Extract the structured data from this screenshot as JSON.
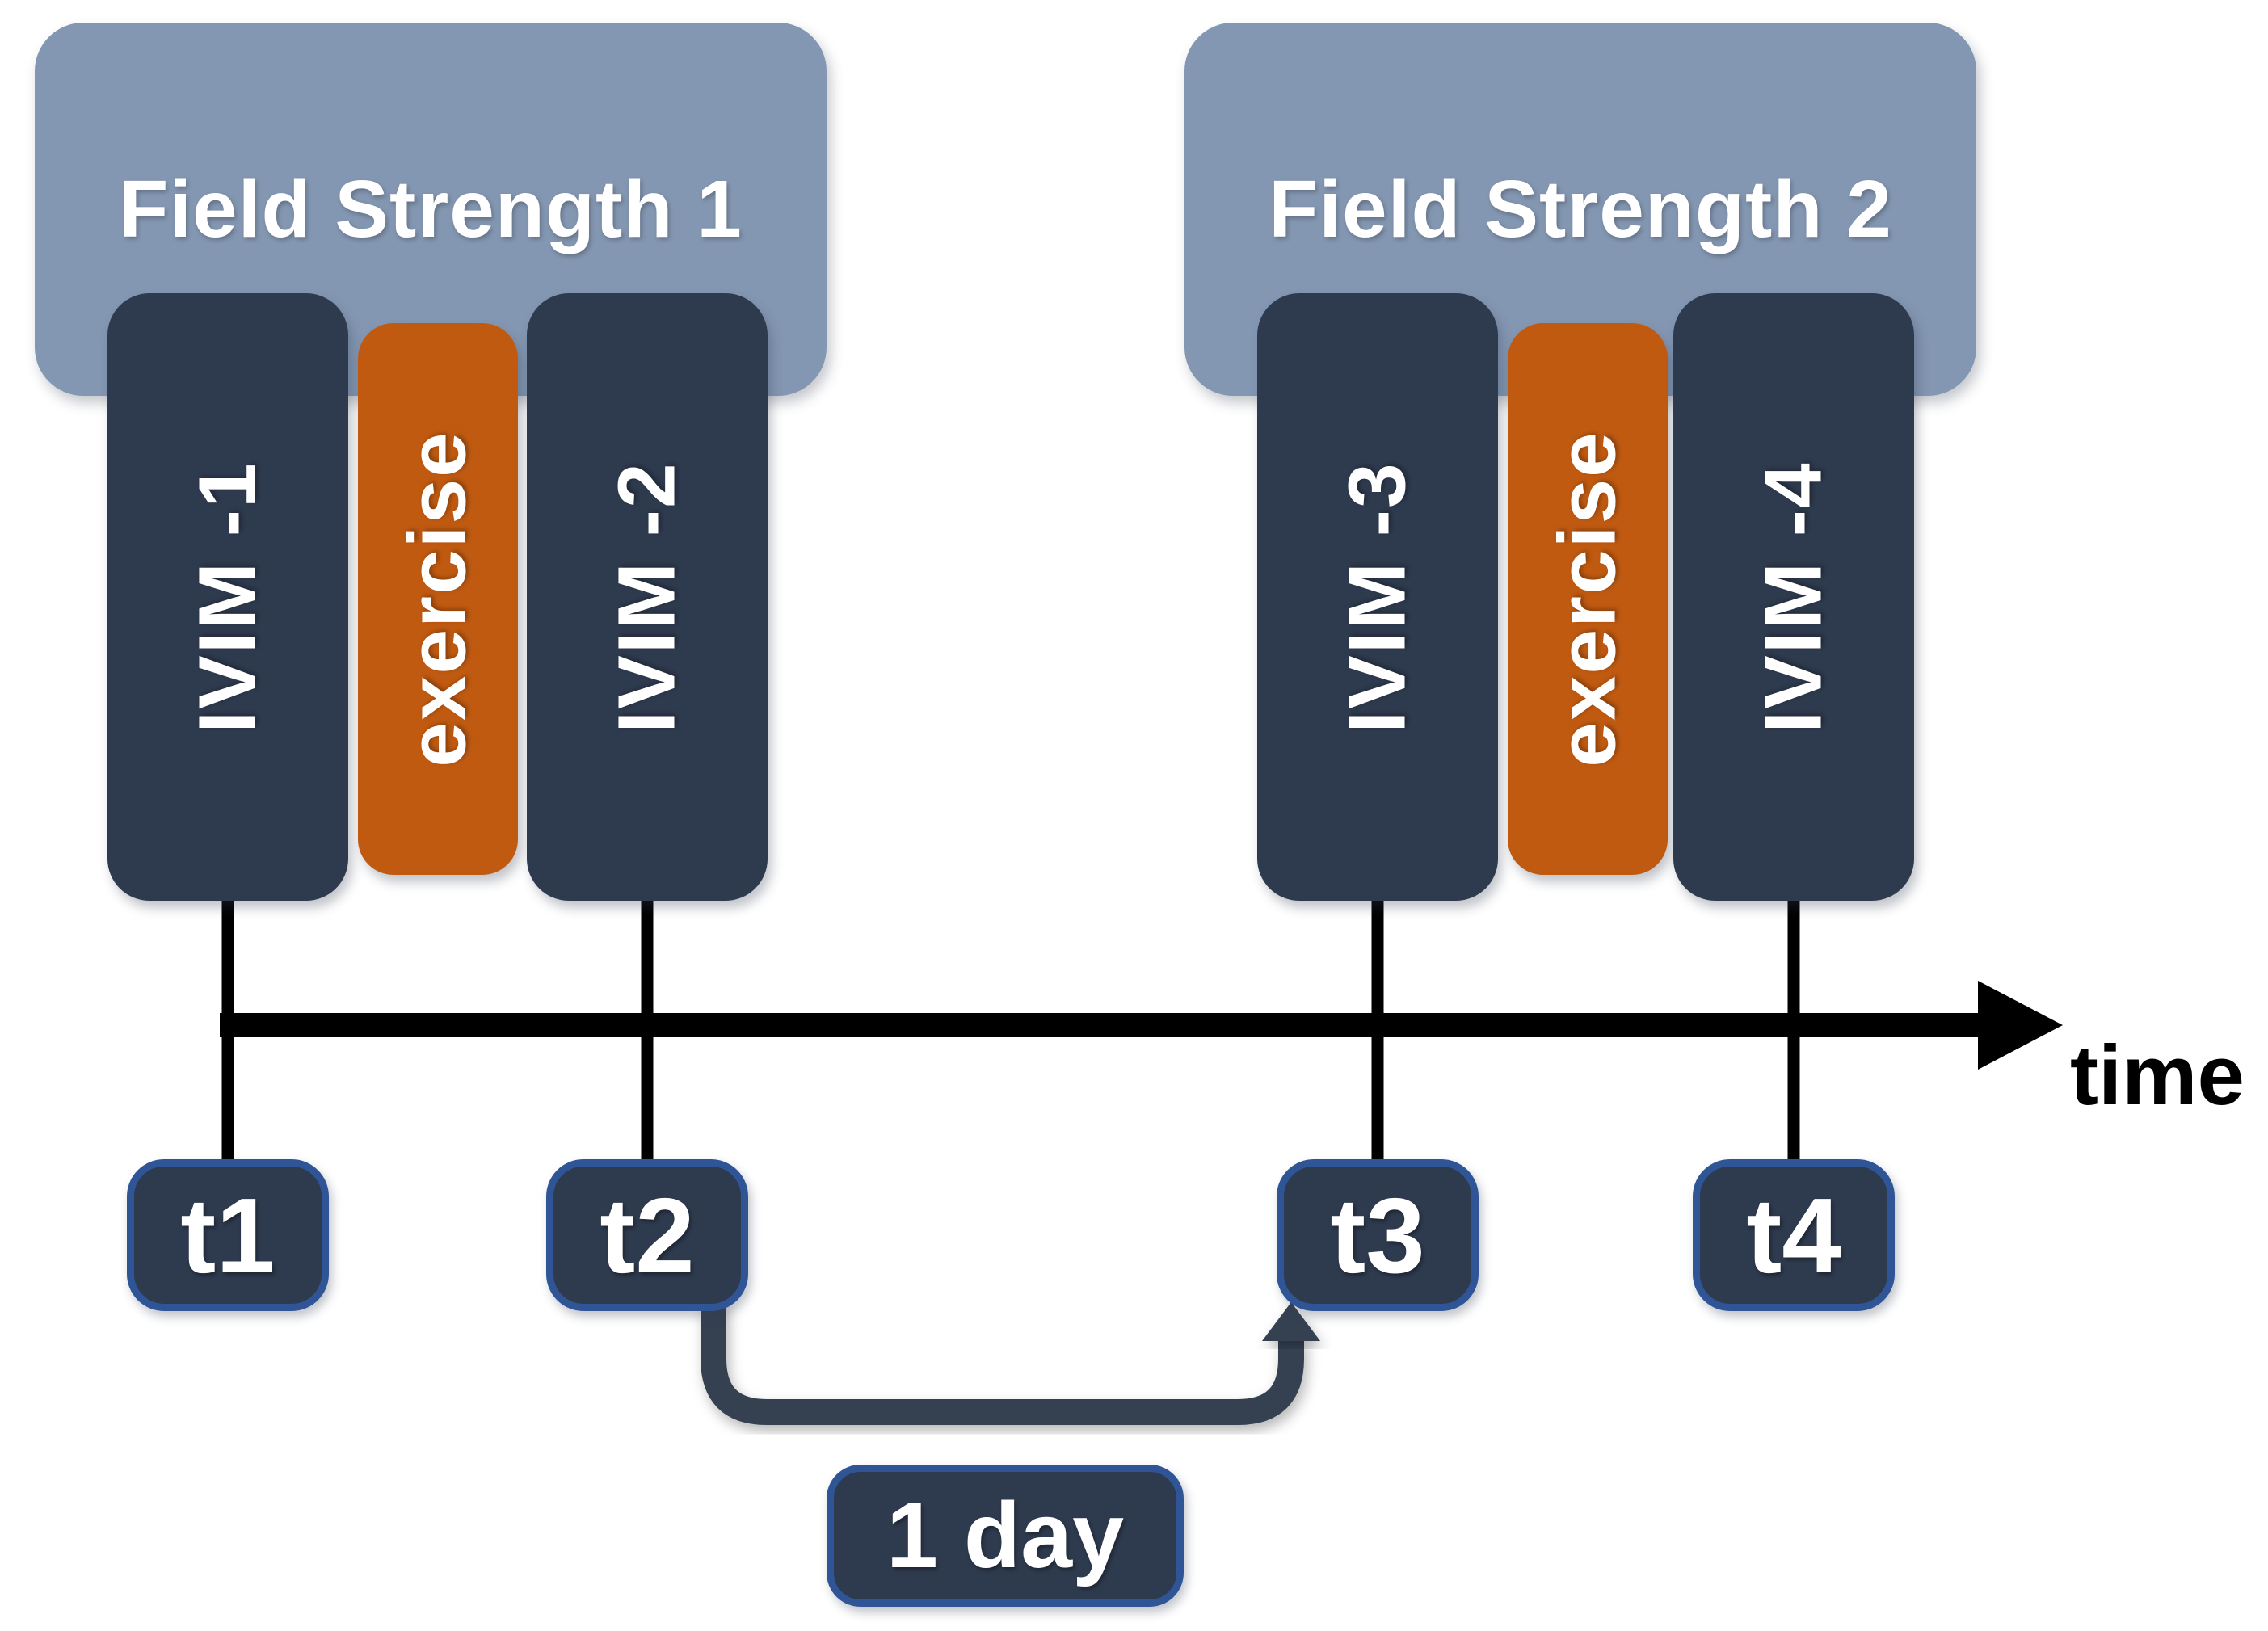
{
  "figure": {
    "groups": [
      {
        "title": "Field Strength 1",
        "scan_before": "IVIM -1",
        "activity": "exercise",
        "scan_after": "IVIM -2"
      },
      {
        "title": "Field Strength 2",
        "scan_before": "IVIM -3",
        "activity": "exercise",
        "scan_after": "IVIM -4"
      }
    ],
    "timeline": {
      "axis_label": "time",
      "timepoints": [
        "t1",
        "t2",
        "t3",
        "t4"
      ]
    },
    "interval": {
      "label": "1 day",
      "from": "t2",
      "to": "t3"
    }
  },
  "colors": {
    "steel_blue": "#8497B2",
    "navy": "#2E3A4E",
    "orange": "#C05A11",
    "box_border_blue": "#2F5597",
    "connector": "#344151",
    "timeline_black": "#000000",
    "text_white": "#FFFFFF",
    "time_text": "#000000"
  }
}
